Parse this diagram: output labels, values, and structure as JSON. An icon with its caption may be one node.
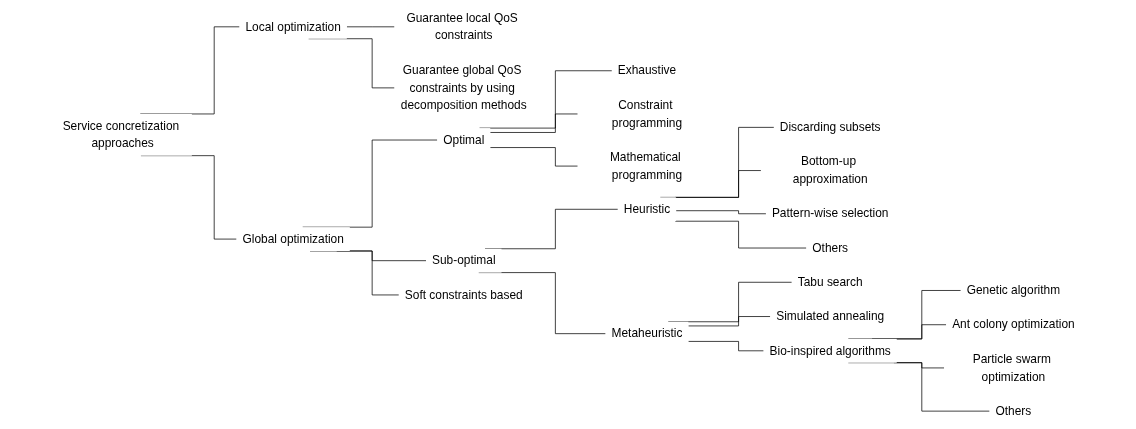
{
  "diagram": {
    "nodes": [
      {
        "text": [
          "Service concretization approaches"
        ]
      },
      {
        "text": [
          "Local optimization"
        ]
      },
      {
        "text": [
          "Guarantee local QoS constraints"
        ]
      },
      {
        "text": [
          "Guarantee global QoS constraints by using decomposition methods"
        ]
      },
      {
        "text": [
          "Global optimization"
        ]
      },
      {
        "text": [
          "Optimal"
        ]
      },
      {
        "text": [
          "Exhaustive"
        ]
      },
      {
        "text": [
          "Constraint programming"
        ]
      },
      {
        "text": [
          "Mathematical programming"
        ]
      },
      {
        "text": [
          "Sub-optimal"
        ]
      },
      {
        "text": [
          "Heuristic"
        ]
      },
      {
        "text": [
          "Discarding subsets"
        ]
      },
      {
        "text": [
          "Bottom-up approximation"
        ]
      },
      {
        "text": [
          "Pattern-wise selection"
        ]
      },
      {
        "text": [
          "Others"
        ]
      },
      {
        "text": [
          "Metaheuristic"
        ]
      },
      {
        "text": [
          "Tabu search"
        ]
      },
      {
        "text": [
          "Simulated annealing"
        ]
      },
      {
        "text": [
          "Bio-inspired algorithms"
        ]
      },
      {
        "text": [
          "Genetic algorithm"
        ]
      },
      {
        "text": [
          "Ant colony optimization"
        ]
      },
      {
        "text": [
          "Particle swarm optimization"
        ]
      },
      {
        "text": [
          "Others"
        ]
      },
      {
        "text": [
          "Soft constraints based"
        ]
      }
    ],
    "edges": [
      {
        "from": 0,
        "to": 1,
        "arrow": "none"
      },
      {
        "from": 1,
        "to": 2,
        "arrow": "none"
      },
      {
        "from": 1,
        "to": 3,
        "arrow": "none"
      },
      {
        "from": 0,
        "to": 4,
        "arrow": "none"
      },
      {
        "from": 4,
        "to": 5,
        "arrow": "none"
      },
      {
        "from": 5,
        "to": 6,
        "arrow": "none"
      },
      {
        "from": 5,
        "to": 7,
        "arrow": "none"
      },
      {
        "from": 5,
        "to": 8,
        "arrow": "none"
      },
      {
        "from": 4,
        "to": 9,
        "arrow": "none"
      },
      {
        "from": 9,
        "to": 10,
        "arrow": "none"
      },
      {
        "from": 10,
        "to": 11,
        "arrow": "none"
      },
      {
        "from": 10,
        "to": 12,
        "arrow": "none"
      },
      {
        "from": 10,
        "to": 13,
        "arrow": "none"
      },
      {
        "from": 10,
        "to": 14,
        "arrow": "none"
      },
      {
        "from": 9,
        "to": 15,
        "arrow": "none"
      },
      {
        "from": 15,
        "to": 16,
        "arrow": "none"
      },
      {
        "from": 15,
        "to": 17,
        "arrow": "none"
      },
      {
        "from": 15,
        "to": 18,
        "arrow": "none"
      },
      {
        "from": 18,
        "to": 19,
        "arrow": "none"
      },
      {
        "from": 18,
        "to": 20,
        "arrow": "none"
      },
      {
        "from": 18,
        "to": 21,
        "arrow": "none"
      },
      {
        "from": 18,
        "to": 22,
        "arrow": "none"
      },
      {
        "from": 4,
        "to": 23,
        "arrow": "none"
      }
    ]
  }
}
